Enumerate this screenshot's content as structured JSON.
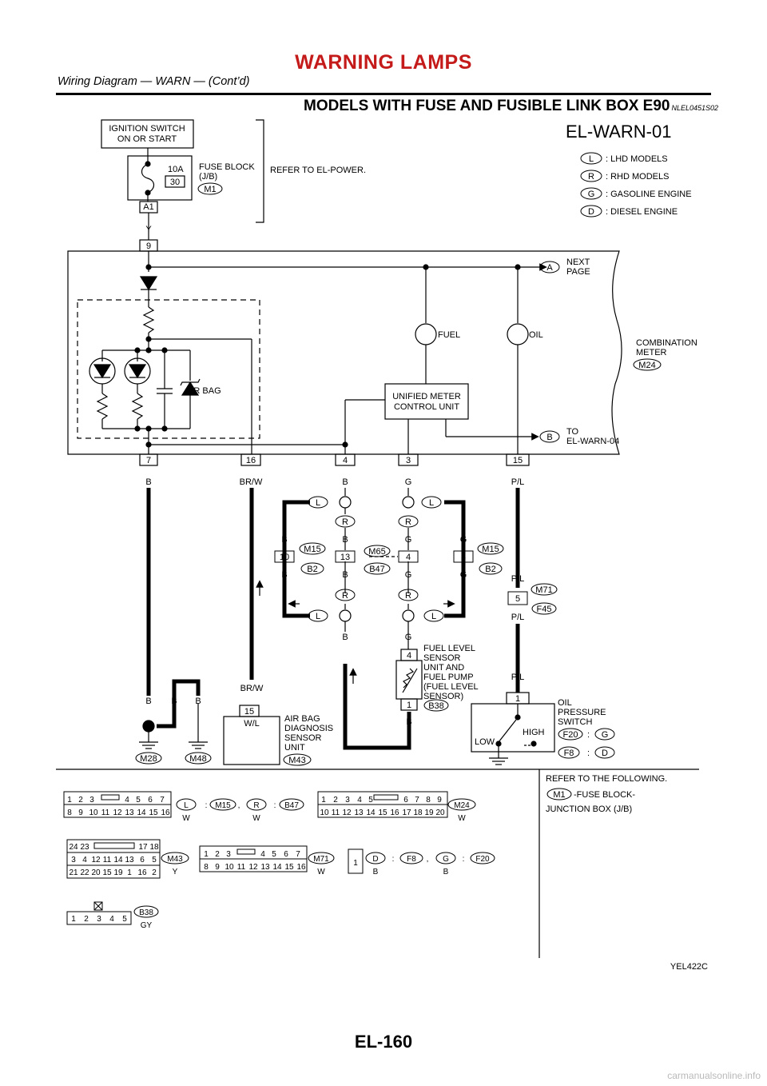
{
  "header": {
    "title": "WARNING LAMPS",
    "subtitle": "Wiring Diagram — WARN — (Cont’d)"
  },
  "section": {
    "title": "MODELS WITH FUSE AND FUSIBLE LINK BOX E90",
    "code": "NLEL0451S02"
  },
  "diagram_id": "EL-WARN-01",
  "legend": [
    {
      "symbol": "L",
      "text": ": LHD MODELS"
    },
    {
      "symbol": "R",
      "text": ": RHD MODELS"
    },
    {
      "symbol": "G",
      "text": ": GASOLINE ENGINE"
    },
    {
      "symbol": "D",
      "text": ": DIESEL ENGINE"
    }
  ],
  "power": {
    "ignition": [
      "IGNITION SWITCH",
      "ON OR START"
    ],
    "fuse_amp": "10A",
    "fuse_no": "30",
    "fuse_block": [
      "FUSE BLOCK",
      "(J/B)"
    ],
    "fuse_conn": "M1",
    "refer": "REFER TO EL-POWER.",
    "a1": "A1",
    "y": "Y",
    "pin9": "9"
  },
  "meter": {
    "fuel": "FUEL",
    "oil": "OIL",
    "airbag": "AIR BAG",
    "unified": [
      "UNIFIED METER",
      "CONTROL UNIT"
    ],
    "combo": [
      "COMBINATION",
      "METER"
    ],
    "combo_conn": "M24",
    "next_a": "A",
    "next_a_text": [
      "NEXT",
      "PAGE"
    ],
    "to_b": "B",
    "to_b_text": [
      "TO",
      "EL-WARN-04"
    ]
  },
  "pins": [
    {
      "pin": "7",
      "color": "B"
    },
    {
      "pin": "16",
      "color": "BR/W"
    },
    {
      "pin": "4",
      "color": "B"
    },
    {
      "pin": "3",
      "color": "G"
    },
    {
      "pin": "15",
      "color": "P/L"
    }
  ],
  "harness": {
    "m15": "M15",
    "b2": "B2",
    "m65": "M65",
    "b47": "B47",
    "m71": "M71",
    "f45": "F45",
    "pin10": "10",
    "pin13": "13",
    "pin4": "4",
    "pin3": "3",
    "pin5": "5",
    "b": "B",
    "g": "G",
    "pl": "P/L",
    "l": "L",
    "r": "R"
  },
  "bottom": {
    "b": "B",
    "m28": "M28",
    "m48": "M48",
    "brw": "BR/W",
    "wl": "W/L",
    "pin15": "15",
    "airbag_unit": [
      "AIR BAG",
      "DIAGNOSIS",
      "SENSOR",
      "UNIT"
    ],
    "m43": "M43",
    "fuel_sensor": [
      "FUEL LEVEL",
      "SENSOR",
      "UNIT AND",
      "FUEL PUMP",
      "(FUEL LEVEL",
      "SENSOR)"
    ],
    "b38": "B38",
    "pin4": "4",
    "pin1": "1",
    "oil_switch": [
      "OIL",
      "PRESSURE",
      "SWITCH"
    ],
    "oil_pin": "1",
    "low": "LOW",
    "high": "HIGH",
    "f20": "F20",
    "f8": "F8",
    "g": "G",
    "d": "D",
    "colon": ":"
  },
  "connectors": {
    "c1": {
      "top": [
        "1",
        "2",
        "3",
        "4",
        "5",
        "6",
        "7"
      ],
      "bot": [
        "8",
        "9",
        "10",
        "11",
        "12",
        "13",
        "14",
        "15",
        "16"
      ],
      "sym": "L",
      "sym_color": "W",
      "conn1": "M15",
      "sym2": "R",
      "sym2_color": "W",
      "conn2": "B47"
    },
    "c2": {
      "top": [
        "1",
        "2",
        "3",
        "4",
        "5",
        "6",
        "7",
        "8",
        "9"
      ],
      "bot": [
        "10",
        "11",
        "12",
        "13",
        "14",
        "15",
        "16",
        "17",
        "18",
        "19",
        "20"
      ],
      "conn": "M24",
      "color": "W"
    },
    "c3": {
      "rows": [
        [
          "24",
          "23",
          "",
          "",
          "17",
          "18"
        ],
        [
          "3",
          "4",
          "12",
          "11",
          "14",
          "13",
          "6",
          "5"
        ],
        [
          "21",
          "22",
          "20",
          "15",
          "19",
          "1",
          "16",
          "2"
        ]
      ],
      "conn": "M43",
      "color": "Y"
    },
    "c4": {
      "top": [
        "1",
        "2",
        "3",
        "4",
        "5",
        "6",
        "7"
      ],
      "bot": [
        "8",
        "9",
        "10",
        "11",
        "12",
        "13",
        "14",
        "15",
        "16"
      ],
      "conn": "M71",
      "color": "W"
    },
    "c5": {
      "pin": "1",
      "sym": "D",
      "sym_color": "B",
      "conn1": "F8",
      "sym2": "G",
      "sym2_color": "B",
      "conn2": "F20"
    },
    "c6": {
      "pins": [
        "1",
        "2",
        "3",
        "4",
        "5"
      ],
      "conn": "B38",
      "color": "GY"
    },
    "refer_title": "REFER TO THE FOLLOWING.",
    "refer_conn": "M1",
    "refer_text": "-FUSE BLOCK-",
    "refer_text2": "JUNCTION BOX (J/B)"
  },
  "figure_code": "YEL422C",
  "page_number": "EL-160",
  "watermark": "carmanualsonline.info"
}
